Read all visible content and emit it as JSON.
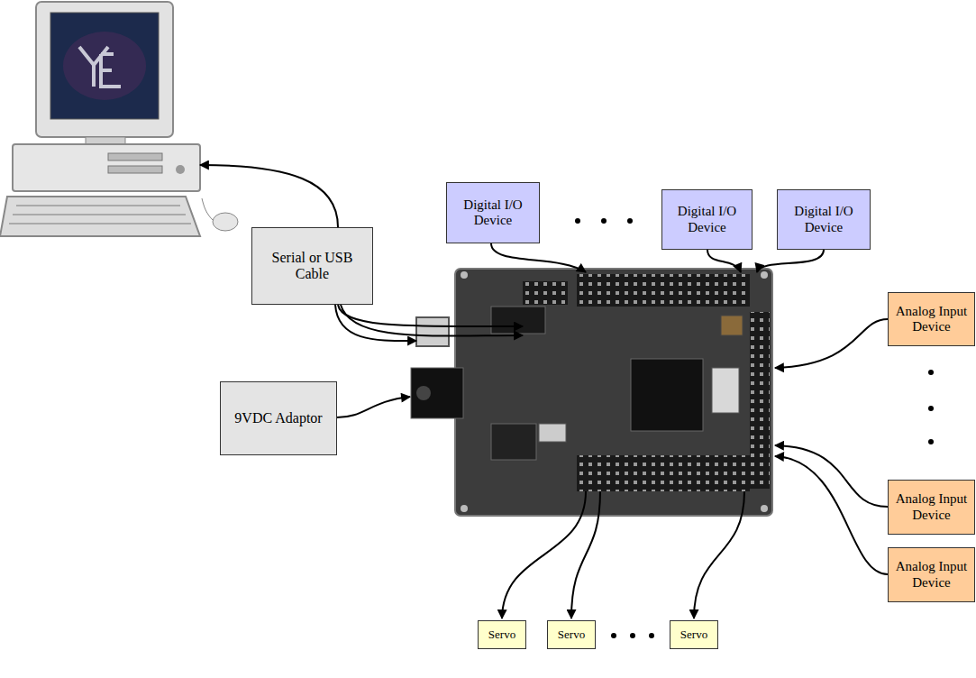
{
  "diagram": {
    "nodes": [
      {
        "text": [
          "Serial or USB Cable"
        ]
      },
      {
        "text": [
          "9VDC Adaptor"
        ]
      },
      {
        "text": [
          "Digital I/O Device"
        ]
      },
      {
        "text": [
          "Digital I/O Device"
        ]
      },
      {
        "text": [
          "Digital I/O Device"
        ]
      },
      {
        "text": [
          "Analog Input Device"
        ]
      },
      {
        "text": [
          "Analog Input Device"
        ]
      },
      {
        "text": [
          "Analog Input Device"
        ]
      },
      {
        "text": [
          "Servo"
        ]
      },
      {
        "text": [
          "Servo"
        ]
      },
      {
        "text": [
          "Servo"
        ]
      }
    ]
  }
}
